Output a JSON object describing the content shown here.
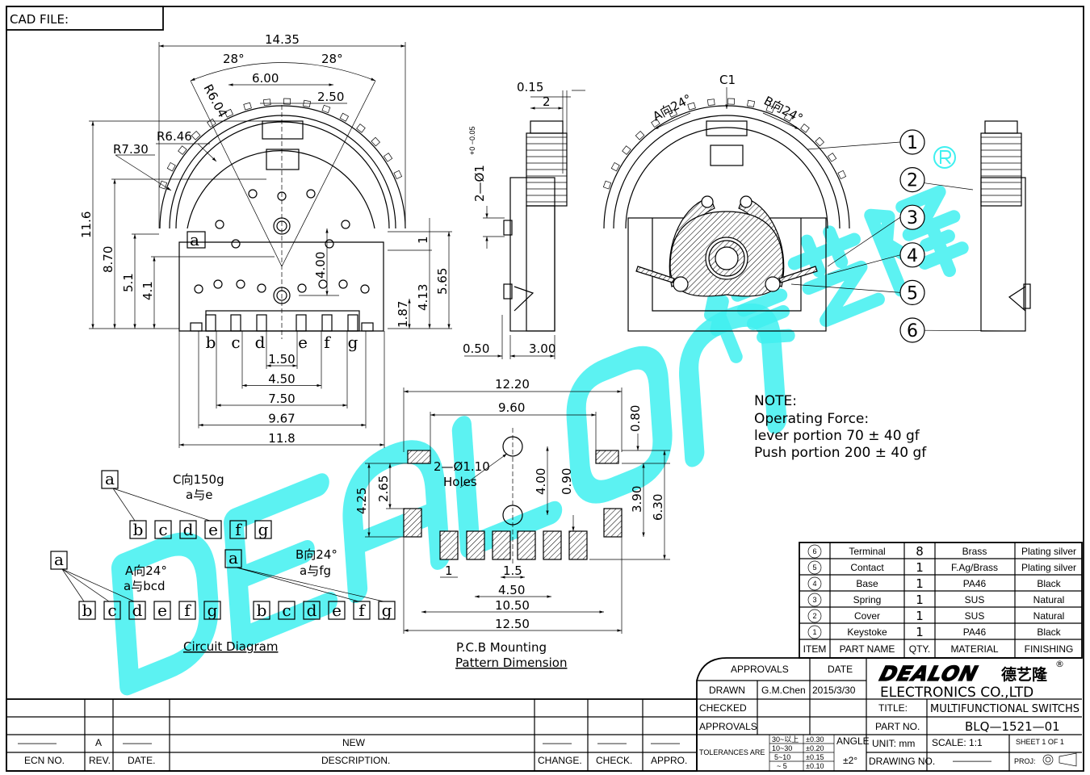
{
  "header": {
    "cad_file": "CAD FILE:"
  },
  "watermark": {
    "brand": "DEALON",
    "cn": "德艺隆",
    "reg": "®"
  },
  "front_view": {
    "width": "14.35",
    "angle_left": "28°",
    "angle_right": "28°",
    "w600": "6.00",
    "w250": "2.50",
    "r604": "R6.04",
    "r646": "R6.46",
    "r730": "R7.30",
    "h116": "11.6",
    "h870": "8.70",
    "h51": "5.1",
    "h41": "4.1",
    "h400": "4.00",
    "h1": "1",
    "h565": "5.65",
    "h413": "4.13",
    "h187": "1.87",
    "pin_a": "a",
    "pins": [
      "b",
      "c",
      "d",
      "e",
      "f",
      "g"
    ],
    "pitch": [
      "1.50",
      "4.50",
      "7.50",
      "9.67",
      "11.8"
    ]
  },
  "side_view": {
    "d015": "0.15",
    "d2": "2",
    "hole": "2—Ø1",
    "tol": "+0 −0.05",
    "d050": "0.50",
    "d300": "3.00"
  },
  "section_view": {
    "c1": "C1",
    "a_dir": "A向24°",
    "b_dir": "B向24°",
    "balloons": [
      "1",
      "2",
      "3",
      "4",
      "5",
      "6"
    ]
  },
  "pcb": {
    "w1220": "12.20",
    "w960": "9.60",
    "d080": "0.80",
    "holes": "2—Ø1.10",
    "holes_label": "Holes",
    "h425": "4.25",
    "h265": "2.65",
    "h400": "4.00",
    "h090": "0.90",
    "h390": "3.90",
    "h630": "6.30",
    "p1": "1",
    "p15": "1.5",
    "w450": "4.50",
    "w1050": "10.50",
    "w1250": "12.50",
    "caption1": "P.C.B Mounting",
    "caption2": "Pattern Dimension"
  },
  "circuit": {
    "c_title": "C向150g",
    "c_sub": "a与e",
    "a_title": "A向24°",
    "a_sub": "a与bcd",
    "b_title": "B向24°",
    "b_sub": "a与fg",
    "common": "a",
    "pins": [
      "b",
      "c",
      "d",
      "e",
      "f",
      "g"
    ],
    "caption": "Circuit Diagram"
  },
  "note": {
    "title": "NOTE:",
    "lines": [
      "Operating Force:",
      "lever portion 70 ± 40 gf",
      "Push portion 200 ± 40 gf"
    ]
  },
  "bom": {
    "rows": [
      {
        "item": "6",
        "name": "Terminal",
        "qty": "8",
        "material": "Brass",
        "finish": "Plating silver"
      },
      {
        "item": "5",
        "name": "Contact",
        "qty": "1",
        "material": "F.Ag/Brass",
        "finish": "Plating silver"
      },
      {
        "item": "4",
        "name": "Base",
        "qty": "1",
        "material": "PA46",
        "finish": "Black"
      },
      {
        "item": "3",
        "name": "Spring",
        "qty": "1",
        "material": "SUS",
        "finish": "Natural"
      },
      {
        "item": "2",
        "name": "Cover",
        "qty": "1",
        "material": "SUS",
        "finish": "Natural"
      },
      {
        "item": "1",
        "name": "Keystoke",
        "qty": "1",
        "material": "PA46",
        "finish": "Black"
      }
    ],
    "headers": {
      "item": "ITEM",
      "name": "PART NAME",
      "qty": "QTY.",
      "material": "MATERIAL",
      "finish": "FINISHING"
    }
  },
  "title_block": {
    "approvals": "APPROVALS",
    "date": "DATE",
    "drawn": "DRAWN",
    "drawn_by": "G.M.Chen",
    "drawn_date": "2015/3/30",
    "checked": "CHECKED",
    "approvals2": "APPROVALS",
    "tolerances": "TOLERANCES ARE",
    "tol_ranges": [
      "30~以上",
      "10~30",
      "5~10",
      "~ 5"
    ],
    "tol_values": [
      "±0.30",
      "±0.20",
      "±0.15",
      "±0.10"
    ],
    "angle": "ANGLE",
    "angle_tol": "±2°",
    "company": "ELECTRONICS CO.,LTD",
    "title_label": "TITLE:",
    "title": "MULTIFUNCTIONAL SWITCHS",
    "part_no_label": "PART NO.",
    "part_no": "BLQ—1521—01",
    "unit": "UNIT: mm",
    "scale": "SCALE: 1:1",
    "sheet": "SHEET 1 OF 1",
    "drawing_no": "DRAWING NO.",
    "drawing_no_value": "————",
    "proj": "PROJ:"
  },
  "revision": {
    "ecn": "————",
    "rev": "A",
    "date": "———",
    "description": "NEW",
    "change": "———",
    "check": "———",
    "appro": "———",
    "headers": [
      "ECN NO.",
      "REV.",
      "DATE.",
      "DESCRIPTION.",
      "CHANGE.",
      "CHECK.",
      "APPRO."
    ]
  }
}
